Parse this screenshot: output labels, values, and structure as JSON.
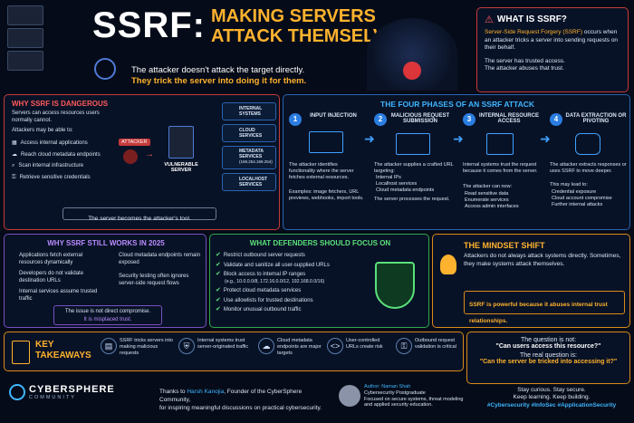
{
  "header": {
    "title_part1": "SSRF:",
    "title_part2": "MAKING SERVERS",
    "title_part3": "ATTACK THEMSELVES",
    "subtitle_line1": "The attacker doesn't attack the target directly.",
    "subtitle_line2": "They trick the server into doing it for them."
  },
  "what_is": {
    "title": "WHAT IS SSRF?",
    "desc_highlight": "Server-Side Request Forgery (SSRF)",
    "desc_rest": "occurs when an attacker tricks a server into sending requests on their behalf.",
    "line1": "The server has trusted access.",
    "line2": "The attacker abuses that trust."
  },
  "dangerous": {
    "title": "WHY SSRF IS DANGEROUS",
    "intro": "Servers can access resources users normally cannot.",
    "intro2": "Attackers may be able to:",
    "items": [
      "Access internal applications",
      "Reach cloud metadata endpoints",
      "Scan internal infrastructure",
      "Retrieve sensitive credentials"
    ],
    "attacker": "ATTACKER",
    "server": "VULNERABLE SERVER",
    "targets": [
      "INTERNAL SYSTEMS",
      "CLOUD SERVICES",
      "METADATA SERVICES",
      "LOCALHOST SERVICES"
    ],
    "metadata_ip": "(169.254.169.254)",
    "footer": "The server becomes the attacker's tool."
  },
  "phases": {
    "title": "THE FOUR PHASES OF AN SSRF ATTACK",
    "items": [
      {
        "num": "1",
        "title": "INPUT INJECTION",
        "desc": "The attacker identifies functionality where the server fetches external resources.",
        "extra": "Examples: image fetchers, URL previews, webhooks, import tools."
      },
      {
        "num": "2",
        "title": "MALICIOUS REQUEST SUBMISSION",
        "desc": "The attacker supplies a crafted URL targeting:",
        "bullets": [
          "Internal IPs",
          "Localhost services",
          "Cloud metadata endpoints"
        ],
        "extra": "The server processes the request."
      },
      {
        "num": "3",
        "title": "INTERNAL RESOURCE ACCESS",
        "desc": "Internal systems trust the request because it comes from the server.",
        "extra": "The attacker can now:",
        "bullets": [
          "Read sensitive data",
          "Enumerate services",
          "Access admin interfaces"
        ]
      },
      {
        "num": "4",
        "title": "DATA EXTRACTION OR PIVOTING",
        "desc": "The attacker extracts responses or uses SSRF to move deeper.",
        "extra": "This may lead to:",
        "bullets": [
          "Credential exposure",
          "Cloud account compromise",
          "Further internal attacks"
        ]
      }
    ]
  },
  "still_works": {
    "title": "WHY SSRF STILL WORKS IN 2025",
    "left": [
      "Applications fetch external resources dynamically",
      "Developers do not validate destination URLs",
      "Internal services assume trusted traffic"
    ],
    "right": [
      "Cloud metadata endpoints remain exposed",
      "Security testing often ignores server-side request flows"
    ],
    "footer1": "The issue is not direct compromise.",
    "footer2": "It is misplaced trust."
  },
  "defenders": {
    "title": "WHAT DEFENDERS SHOULD FOCUS ON",
    "items": [
      "Restrict outbound server requests",
      "Validate and sanitize all user-supplied URLs",
      "Block access to internal IP ranges",
      "Protect cloud metadata services",
      "Use allowlists for trusted destinations",
      "Monitor unusual outbound traffic"
    ],
    "ip_ranges": "(e.g., 10.0.0.0/8, 172.16.0.0/12, 192.168.0.0/16)"
  },
  "mindset": {
    "title": "THE MINDSET SHIFT",
    "text": "Attackers do not always attack systems directly. Sometimes, they make systems attack themselves.",
    "highlight": "SSRF is powerful because it abuses internal trust relationships."
  },
  "takeaways": {
    "title_line1": "KEY",
    "title_line2": "TAKEAWAYS",
    "items": [
      "SSRF tricks servers into making malicious requests",
      "Internal systems trust server-originated traffic",
      "Cloud metadata endpoints are major targets",
      "User-controlled URLs create risk",
      "Outbound request validation is critical"
    ]
  },
  "question": {
    "line1": "The question is not:",
    "line2": "\"Can users access this resource?\"",
    "line3": "The real question is:",
    "line4": "\"Can the server be tricked into accessing it?\""
  },
  "footer": {
    "brand": "CYBERSPHERE",
    "brand_sub": "COMMUNITY",
    "thanks_pre": "Thanks to ",
    "thanks_name": "Harsh Kanojia",
    "thanks_post": ", Founder of the CyberSphere Community,",
    "thanks_line2": "for inspiring meaningful discussions on practical cybersecurity.",
    "author_label": "Author:",
    "author_name": "Naman Shah",
    "author_role": "Cybersecurity Postgraduate",
    "author_desc1": "Focused on secure systems, threat modeling",
    "author_desc2": "and applied security education.",
    "slogan1": "Stay curious. Stay secure.",
    "slogan2": "Keep learning. Keep building.",
    "tags": "#Cybersecurity #InfoSec #ApplicationSecurity"
  },
  "colors": {
    "red": "#ff5a5a",
    "blue": "#3fb5ff",
    "green": "#5be07a",
    "orange": "#ffb22e",
    "purple": "#b98cff"
  }
}
